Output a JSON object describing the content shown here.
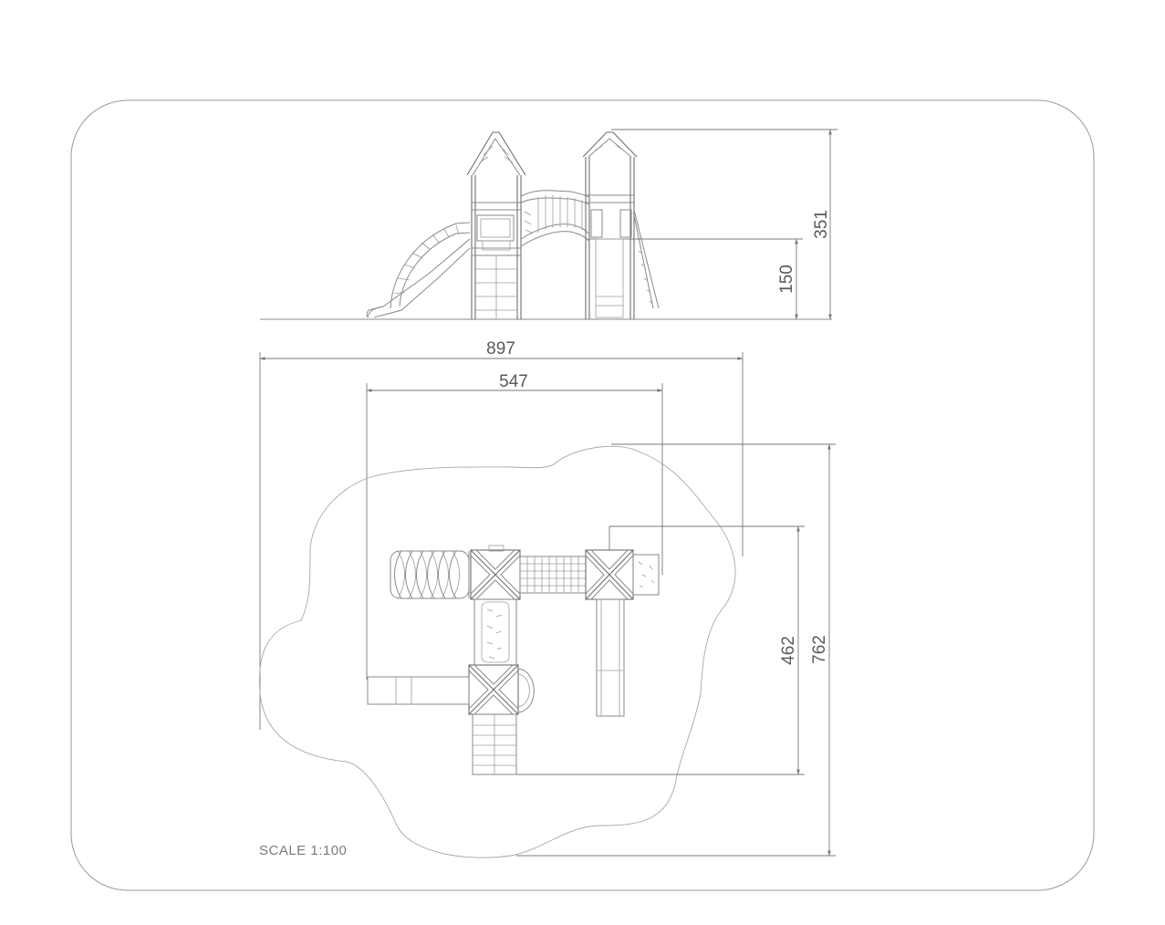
{
  "dimensions": {
    "height_total": "351",
    "platform_height": "150",
    "width_total": "897",
    "width_structure": "547",
    "depth_structure": "462",
    "depth_total": "762"
  },
  "scale_label": "SCALE 1:100",
  "colors": {
    "line": "#8a8a8a",
    "text": "#5a5a5a",
    "background": "#ffffff"
  }
}
